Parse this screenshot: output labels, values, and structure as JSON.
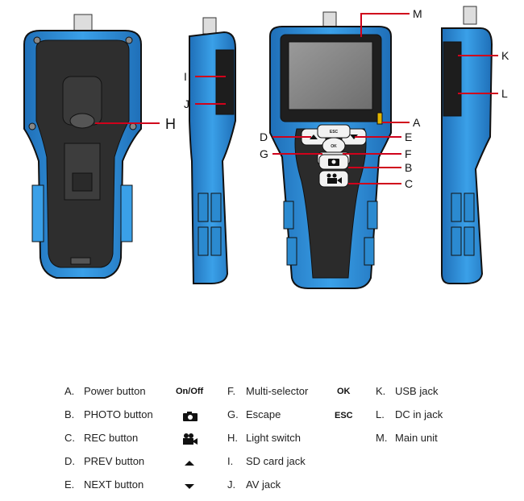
{
  "callouts": {
    "A": "A",
    "B": "B",
    "C": "C",
    "D": "D",
    "E": "E",
    "F": "F",
    "G": "G",
    "H": "H",
    "I": "I",
    "J": "J",
    "K": "K",
    "L": "L",
    "M": "M"
  },
  "device_button_labels": {
    "esc": "ESC",
    "ok": "OK"
  },
  "legend": [
    {
      "letter": "A.",
      "name": "Power button",
      "symbol": "On/Off"
    },
    {
      "letter": "B.",
      "name": "PHOTO button",
      "symbol": "camera-icon"
    },
    {
      "letter": "C.",
      "name": "REC button",
      "symbol": "video-camera-icon"
    },
    {
      "letter": "D.",
      "name": "PREV button",
      "symbol": "arrow-up-icon"
    },
    {
      "letter": "E.",
      "name": "NEXT button",
      "symbol": "arrow-down-icon"
    },
    {
      "letter": "F.",
      "name": "Multi-selector",
      "symbol": "OK"
    },
    {
      "letter": "G.",
      "name": "Escape",
      "symbol": "ESC"
    },
    {
      "letter": "H.",
      "name": "Light switch",
      "symbol": ""
    },
    {
      "letter": "I.",
      "name": "SD card jack",
      "symbol": ""
    },
    {
      "letter": "J.",
      "name": "AV jack",
      "symbol": ""
    },
    {
      "letter": "K.",
      "name": "USB jack",
      "symbol": ""
    },
    {
      "letter": "L.",
      "name": "DC in jack",
      "symbol": ""
    },
    {
      "letter": "M.",
      "name": "Main unit",
      "symbol": ""
    }
  ],
  "colors": {
    "body_blue": "#2f8fd8",
    "body_dark": "#2b2b2b",
    "leader_red": "#d0021b",
    "screen_gray": "#8a8a8a"
  }
}
